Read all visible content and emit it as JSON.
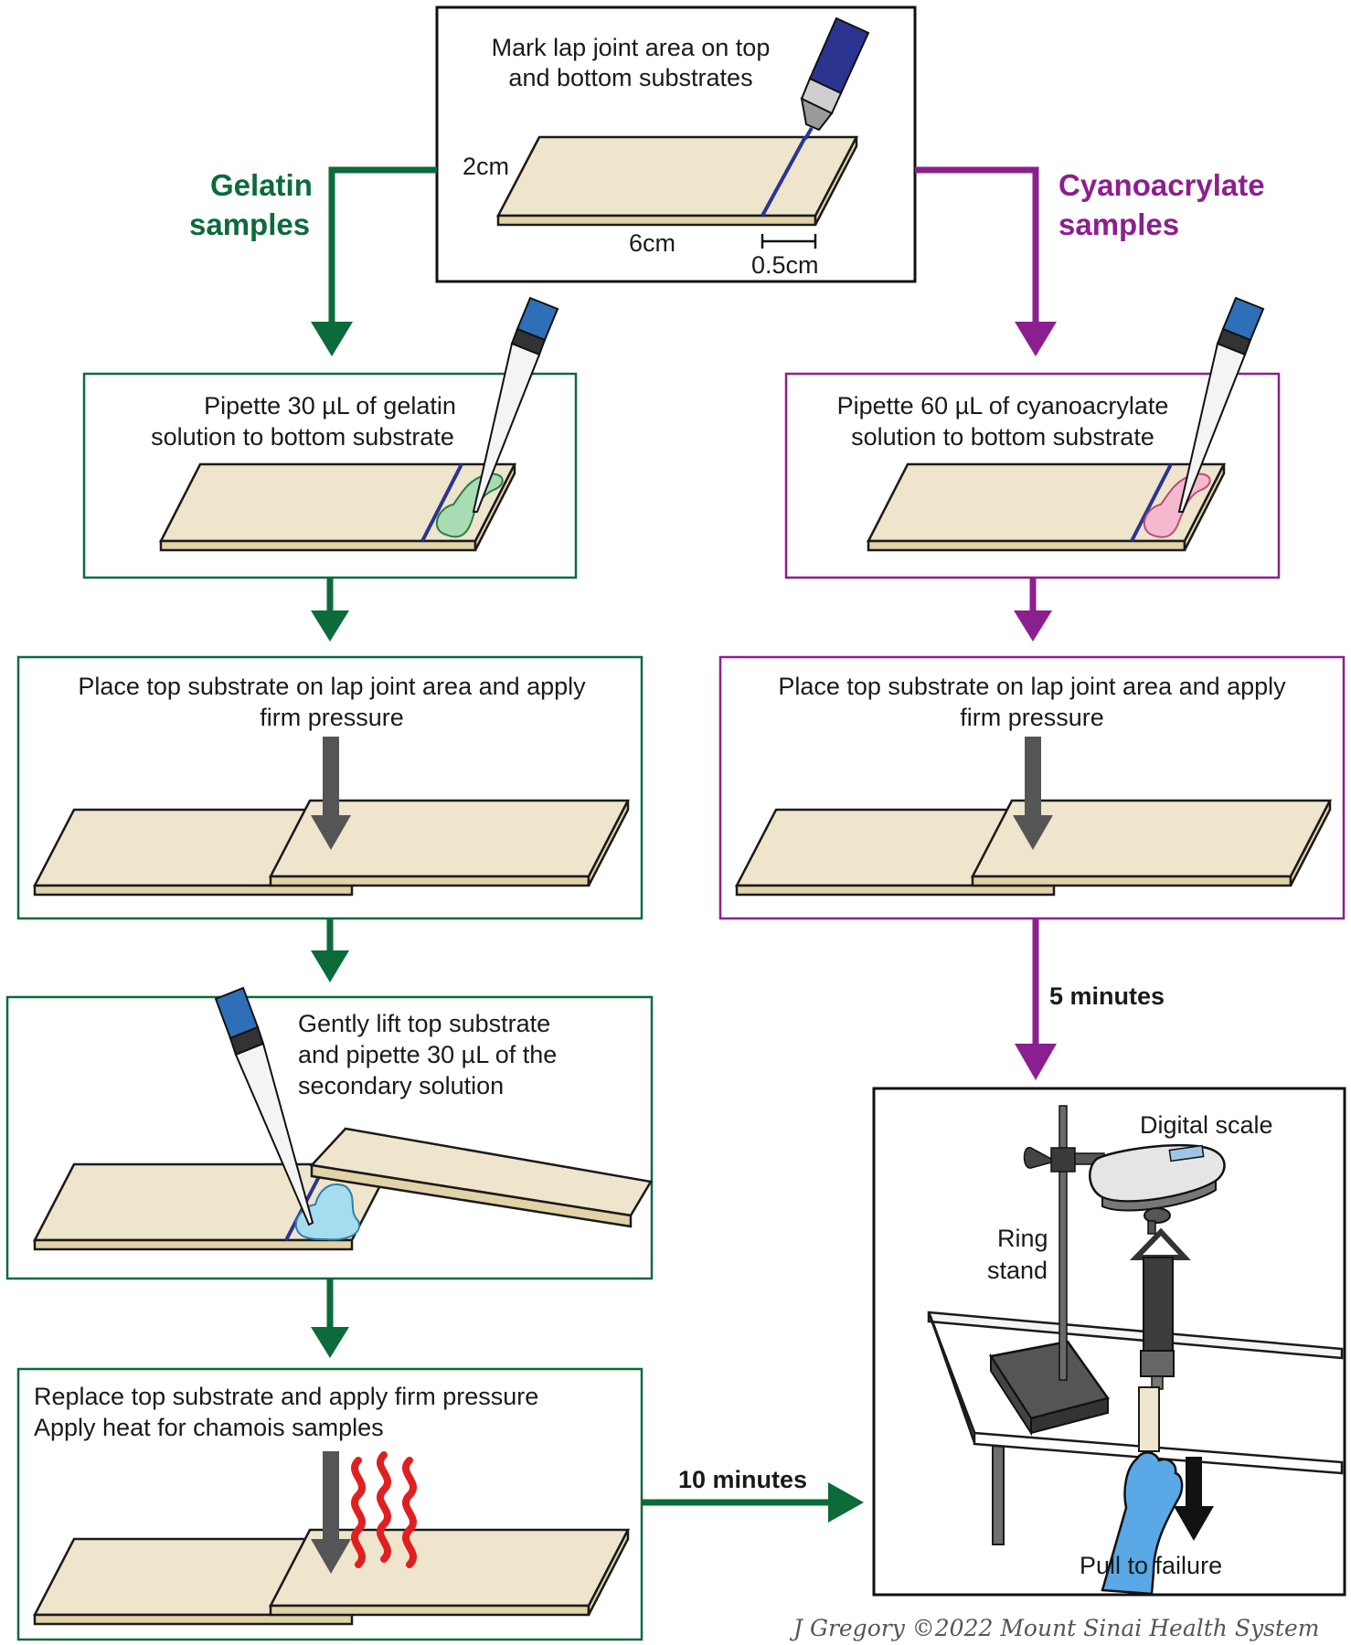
{
  "colors": {
    "gelatin": "#0b6b3a",
    "cyano": "#8c1f8f",
    "substrate_fill": "#efe4cc",
    "substrate_edge": "#1a1a1a",
    "mark_line": "#2b3590",
    "pipette_blue": "#2f6fb7",
    "press_arrow": "#555555",
    "heat": "#e02020",
    "gelatin_drop": "#a8dcb2",
    "cyano_drop": "#f5b9cf",
    "secondary_drop": "#a6dcf0",
    "glove": "#5aa8e6"
  },
  "top_step": {
    "text_line1": "Mark lap joint area on top",
    "text_line2": "and bottom substrates",
    "dim_width": "2cm",
    "dim_length": "6cm",
    "dim_overlap": "0.5cm"
  },
  "branches": {
    "gelatin_line1": "Gelatin",
    "gelatin_line2": "samples",
    "cyano_line1": "Cyanoacrylate",
    "cyano_line2": "samples"
  },
  "gelatin_steps": {
    "pipette_line1": "Pipette 30 µL of gelatin",
    "pipette_line2": "solution to bottom substrate",
    "place_line1": "Place top substrate on lap joint area and apply",
    "place_line2": "firm pressure",
    "lift_line1": "Gently lift top substrate",
    "lift_line2": "and pipette 30 µL of the",
    "lift_line3": "secondary solution",
    "replace_line1": "Replace top substrate and apply firm pressure",
    "replace_line2": "Apply heat for chamois samples"
  },
  "cyano_steps": {
    "pipette_line1": "Pipette 60 µL of cyanoacrylate",
    "pipette_line2": "solution to bottom substrate",
    "place_line1": "Place top substrate on lap joint area and apply",
    "place_line2": "firm pressure"
  },
  "timings": {
    "five_minutes": "5 minutes",
    "ten_minutes": "10 minutes"
  },
  "test_setup": {
    "digital_scale": "Digital scale",
    "ring_stand_line1": "Ring",
    "ring_stand_line2": "stand",
    "pull": "Pull to failure"
  },
  "credit": "J Gregory ©2022 Mount Sinai Health System"
}
